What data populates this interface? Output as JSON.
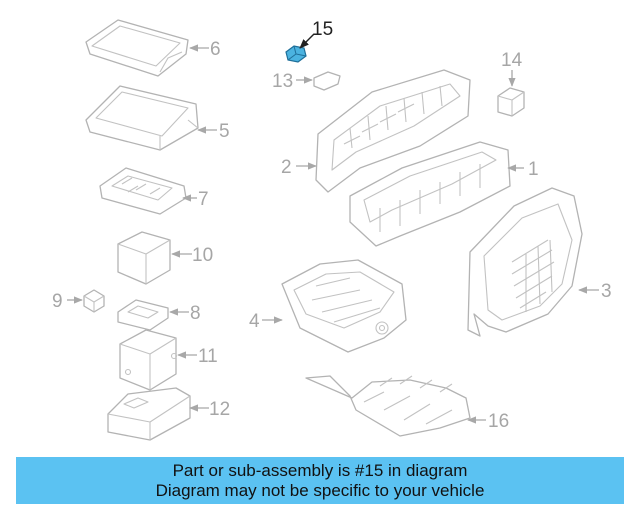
{
  "callouts": {
    "c1": "1",
    "c2": "2",
    "c3": "3",
    "c4": "4",
    "c5": "5",
    "c6": "6",
    "c7": "7",
    "c8": "8",
    "c9": "9",
    "c10": "10",
    "c11": "11",
    "c12": "12",
    "c13": "13",
    "c14": "14",
    "c15": "15",
    "c16": "16"
  },
  "banner": {
    "line1": "Part or sub-assembly is #15 in diagram",
    "line2": "Diagram may not be specific to your vehicle"
  },
  "colors": {
    "highlight": "#4bb3e0",
    "banner": "#5bc2f2",
    "linework": "#b3b3b3"
  }
}
